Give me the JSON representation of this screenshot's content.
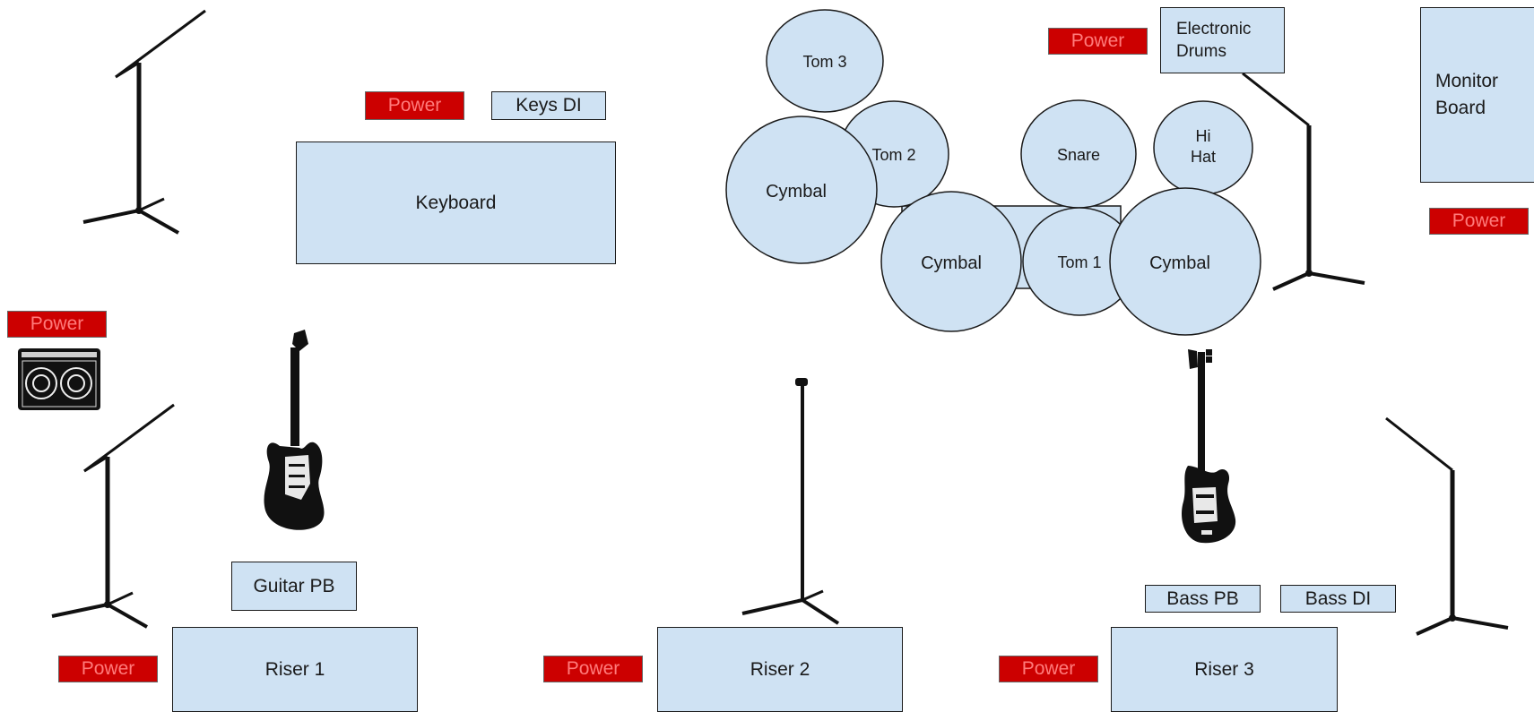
{
  "labels": {
    "keys_di": "Keys DI",
    "keyboard": "Keyboard",
    "electronic_drums_line1": "Electronic",
    "electronic_drums_line2": "Drums",
    "monitor_board_line1": "Monitor",
    "monitor_board_line2": "Board",
    "guitar_pb": "Guitar PB",
    "bass_pb": "Bass PB",
    "bass_di": "Bass DI",
    "riser_1": "Riser 1",
    "riser_2": "Riser 2",
    "riser_3": "Riser 3",
    "power": "Power"
  },
  "drums": {
    "tom_3": "Tom 3",
    "tom_2": "Tom 2",
    "tom_1": "Tom 1",
    "snare": "Snare",
    "hi_hat_line1": "Hi",
    "hi_hat_line2": "Hat",
    "cymbal_left": "Cymbal",
    "cymbal_middle": "Cymbal",
    "cymbal_right": "Cymbal"
  },
  "colors": {
    "box_fill": "#cfe2f3",
    "power_fill": "#cc0000",
    "power_text": "#ff7b7b",
    "outline": "#1a1a1a"
  },
  "icons": [
    "boom-mic-stand-icon",
    "straight-mic-stand-icon",
    "electric-guitar-icon",
    "bass-guitar-icon",
    "guitar-amp-icon"
  ]
}
